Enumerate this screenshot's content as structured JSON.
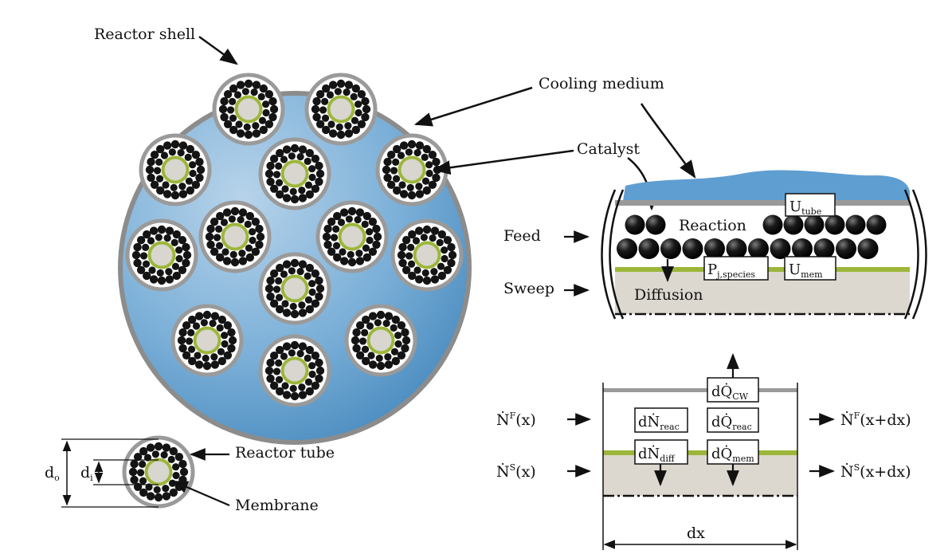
{
  "labels": {
    "reactor_shell": "Reactor shell",
    "cooling_medium": "Cooling medium",
    "catalyst": "Catalyst",
    "reaction": "Reaction",
    "feed": "Feed",
    "sweep": "Sweep",
    "diffusion": "Diffusion",
    "reactor_tube": "Reactor tube",
    "membrane": "Membrane",
    "d_o": "d",
    "d_o_sub": "o",
    "d_i": "d",
    "d_i_sub": "i",
    "dx": "dx"
  },
  "boxes": {
    "u_tube": {
      "main": "U",
      "sub": "tube"
    },
    "u_mem": {
      "main": "U",
      "sub": "mem"
    },
    "p_species": {
      "main": "P",
      "sub": "j,species"
    },
    "dq_cw": {
      "main": "dQ̇",
      "sub": "CW"
    },
    "dn_reac": {
      "main": "dṄ",
      "sub": "reac"
    },
    "dq_reac": {
      "main": "dQ̇",
      "sub": "reac"
    },
    "dn_diff": {
      "main": "dṄ",
      "sub": "diff"
    },
    "dq_mem": {
      "main": "dQ̇",
      "sub": "mem"
    }
  },
  "balance": {
    "nf_in": {
      "main": "Ṅ",
      "sup": "F",
      "rest": "(x)"
    },
    "ns_in": {
      "main": "Ṅ",
      "sup": "S",
      "rest": "(x)"
    },
    "nf_out": {
      "main": "Ṅ",
      "sup": "F",
      "rest": "(x+dx)"
    },
    "ns_out": {
      "main": "Ṅ",
      "sup": "S",
      "rest": "(x+dx)"
    }
  },
  "colors": {
    "shell_fill": "#5d9bc9",
    "shell_border": "#8c8c8c",
    "tube_wall": "#a7a7a7",
    "membrane": "#9cb63a",
    "permeate": "#dcd8cf",
    "catalyst": "#141414",
    "cooling": "#5f9ed1"
  }
}
